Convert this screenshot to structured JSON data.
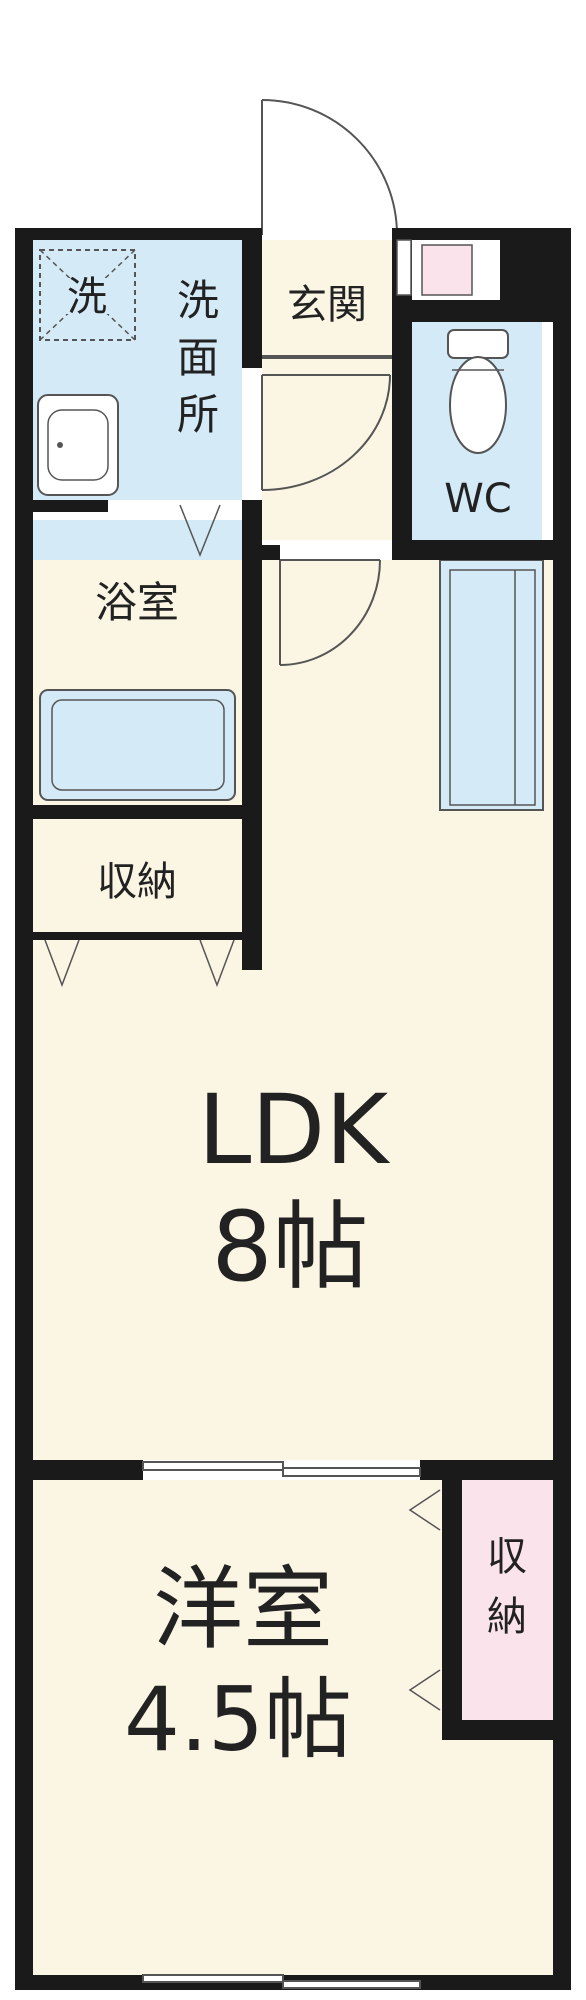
{
  "rooms": {
    "washer": "洗",
    "washroom": "洗面所",
    "entrance": "玄関",
    "wc": "WC",
    "bath": "浴室",
    "storage1": "収納",
    "ldk_name": "LDK",
    "ldk_size": "8帖",
    "western_name": "洋室",
    "western_size": "4.5帖",
    "storage2": "収納"
  },
  "colors": {
    "wall": "#1a1a1a",
    "blue_room": "#d4eaf7",
    "beige_room": "#fbf5e3",
    "pink_room": "#fbe3ec",
    "fixture_line": "#555555"
  }
}
